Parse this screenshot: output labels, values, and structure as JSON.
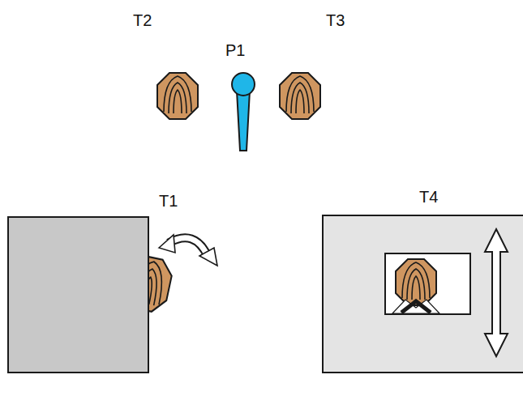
{
  "diagram": {
    "labels": [
      "T2",
      "P1",
      "T3",
      "T1",
      "T4"
    ]
  }
}
